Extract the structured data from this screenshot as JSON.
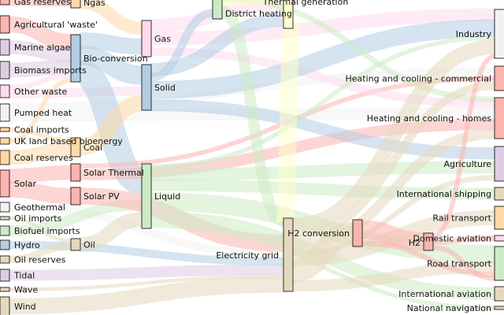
{
  "chart_data": {
    "type": "sankey",
    "nodes": [
      {
        "id": "gas_reserves",
        "label": "Gas reserves",
        "column": 0,
        "color": "#fbb4ae"
      },
      {
        "id": "agri_waste",
        "label": "Agricultural 'waste'",
        "column": 0,
        "color": "#fbb4ae"
      },
      {
        "id": "marine_algae",
        "label": "Marine algae",
        "column": 0,
        "color": "#decbe4"
      },
      {
        "id": "biomass_imports",
        "label": "Biomass imports",
        "column": 0,
        "color": "#decbe4"
      },
      {
        "id": "other_waste",
        "label": "Other waste",
        "column": 0,
        "color": "#fddaec"
      },
      {
        "id": "pumped_heat",
        "label": "Pumped heat",
        "column": 0,
        "color": "#f2f2f2"
      },
      {
        "id": "coal_imports",
        "label": "Coal imports",
        "column": 0,
        "color": "#fed9a6"
      },
      {
        "id": "uk_land_bio",
        "label": "UK land based bioenergy",
        "column": 0,
        "color": "#fed9a6"
      },
      {
        "id": "coal_reserves",
        "label": "Coal reserves",
        "column": 0,
        "color": "#fed9a6"
      },
      {
        "id": "solar",
        "label": "Solar",
        "column": 0,
        "color": "#fbb4ae"
      },
      {
        "id": "geothermal",
        "label": "Geothermal",
        "column": 0,
        "color": "#f2f2f2"
      },
      {
        "id": "oil_imports",
        "label": "Oil imports",
        "column": 0,
        "color": "#e5d8bd"
      },
      {
        "id": "biofuel_imports",
        "label": "Biofuel imports",
        "column": 0,
        "color": "#ccebc5"
      },
      {
        "id": "hydro",
        "label": "Hydro",
        "column": 0,
        "color": "#b3cde3"
      },
      {
        "id": "oil_reserves",
        "label": "Oil reserves",
        "column": 0,
        "color": "#e5d8bd"
      },
      {
        "id": "tidal",
        "label": "Tidal",
        "column": 0,
        "color": "#decbe4"
      },
      {
        "id": "wave",
        "label": "Wave",
        "column": 0,
        "color": "#e5d8bd"
      },
      {
        "id": "wind",
        "label": "Wind",
        "column": 0,
        "color": "#e5d8bd"
      },
      {
        "id": "ngas",
        "label": "Ngas",
        "column": 1,
        "color": "#fed9a6"
      },
      {
        "id": "bio_conversion",
        "label": "Bio-conversion",
        "column": 1,
        "color": "#b3cde3"
      },
      {
        "id": "coal",
        "label": "Coal",
        "column": 1,
        "color": "#fed9a6"
      },
      {
        "id": "solar_thermal",
        "label": "Solar Thermal",
        "column": 1,
        "color": "#fbb4ae"
      },
      {
        "id": "solar_pv",
        "label": "Solar PV",
        "column": 1,
        "color": "#fbb4ae"
      },
      {
        "id": "oil",
        "label": "Oil",
        "column": 1,
        "color": "#e5d8bd"
      },
      {
        "id": "gas",
        "label": "Gas",
        "column": 2,
        "color": "#fddaec"
      },
      {
        "id": "solid",
        "label": "Solid",
        "column": 2,
        "color": "#b3cde3"
      },
      {
        "id": "liquid",
        "label": "Liquid",
        "column": 2,
        "color": "#ccebc5"
      },
      {
        "id": "district_heating",
        "label": "District heating",
        "column": 3,
        "color": "#ccebc5"
      },
      {
        "id": "thermal_generation",
        "label": "Thermal generation",
        "column": 4,
        "color": "#ffffcc"
      },
      {
        "id": "electricity_grid",
        "label": "Electricity grid",
        "column": 4,
        "color": "#e5d8bd"
      },
      {
        "id": "h2_conversion",
        "label": "H2 conversion",
        "column": 5,
        "color": "#fbb4ae"
      },
      {
        "id": "h2",
        "label": "H2",
        "column": 6,
        "color": "#fbb4ae"
      },
      {
        "id": "industry",
        "label": "Industry",
        "column": 7,
        "color": "#f2f2f2"
      },
      {
        "id": "heat_commercial",
        "label": "Heating and cooling - commercial",
        "column": 7,
        "color": "#fbb4ae"
      },
      {
        "id": "heat_homes",
        "label": "Heating and cooling - homes",
        "column": 7,
        "color": "#fbb4ae"
      },
      {
        "id": "agriculture",
        "label": "Agriculture",
        "column": 7,
        "color": "#decbe4"
      },
      {
        "id": "intl_shipping",
        "label": "International shipping",
        "column": 7,
        "color": "#e5d8bd"
      },
      {
        "id": "rail_transport",
        "label": "Rail transport",
        "column": 7,
        "color": "#fed9a6"
      },
      {
        "id": "domestic_aviation",
        "label": "Domestic aviation",
        "column": 7,
        "color": "#fddaec"
      },
      {
        "id": "road_transport",
        "label": "Road transport",
        "column": 7,
        "color": "#ccebc5"
      },
      {
        "id": "intl_aviation",
        "label": "International aviation",
        "column": 7,
        "color": "#e5d8bd"
      },
      {
        "id": "national_navigation",
        "label": "National navigation",
        "column": 7,
        "color": "#e5d8bd"
      }
    ],
    "links": [
      {
        "source": "gas_reserves",
        "target": "ngas",
        "value": 3
      },
      {
        "source": "agri_waste",
        "target": "bio_conversion",
        "value": 5
      },
      {
        "source": "marine_algae",
        "target": "bio_conversion",
        "value": 4
      },
      {
        "source": "biomass_imports",
        "target": "bio_conversion",
        "value": 4
      },
      {
        "source": "other_waste",
        "target": "solid",
        "value": 3
      },
      {
        "source": "other_waste",
        "target": "bio_conversion",
        "value": 2
      },
      {
        "source": "pumped_heat",
        "target": "heat_homes",
        "value": 4
      },
      {
        "source": "pumped_heat",
        "target": "heat_commercial",
        "value": 2
      },
      {
        "source": "coal_imports",
        "target": "coal",
        "value": 1
      },
      {
        "source": "uk_land_bio",
        "target": "bio_conversion",
        "value": 1
      },
      {
        "source": "coal_reserves",
        "target": "coal",
        "value": 3
      },
      {
        "source": "solar",
        "target": "solar_thermal",
        "value": 4
      },
      {
        "source": "solar",
        "target": "solar_pv",
        "value": 5
      },
      {
        "source": "geothermal",
        "target": "electricity_grid",
        "value": 2
      },
      {
        "source": "oil_imports",
        "target": "oil",
        "value": 1
      },
      {
        "source": "biofuel_imports",
        "target": "liquid",
        "value": 2
      },
      {
        "source": "hydro",
        "target": "electricity_grid",
        "value": 2
      },
      {
        "source": "oil_reserves",
        "target": "oil",
        "value": 2
      },
      {
        "source": "tidal",
        "target": "electricity_grid",
        "value": 3
      },
      {
        "source": "wave",
        "target": "electricity_grid",
        "value": 1
      },
      {
        "source": "wind",
        "target": "electricity_grid",
        "value": 4
      },
      {
        "source": "ngas",
        "target": "gas",
        "value": 3
      },
      {
        "source": "bio_conversion",
        "target": "gas",
        "value": 4
      },
      {
        "source": "bio_conversion",
        "target": "solid",
        "value": 6
      },
      {
        "source": "bio_conversion",
        "target": "liquid",
        "value": 6
      },
      {
        "source": "coal",
        "target": "solid",
        "value": 4
      },
      {
        "source": "solar_thermal",
        "target": "heat_homes",
        "value": 3
      },
      {
        "source": "solar_thermal",
        "target": "heat_commercial",
        "value": 1
      },
      {
        "source": "solar_pv",
        "target": "electricity_grid",
        "value": 5
      },
      {
        "source": "oil",
        "target": "liquid",
        "value": 3
      },
      {
        "source": "gas",
        "target": "thermal_generation",
        "value": 2
      },
      {
        "source": "gas",
        "target": "industry",
        "value": 3
      },
      {
        "source": "gas",
        "target": "heat_homes",
        "value": 2
      },
      {
        "source": "solid",
        "target": "thermal_generation",
        "value": 2
      },
      {
        "source": "solid",
        "target": "industry",
        "value": 4
      },
      {
        "source": "solid",
        "target": "district_heating",
        "value": 1
      },
      {
        "source": "solid",
        "target": "agriculture",
        "value": 2
      },
      {
        "source": "liquid",
        "target": "road_transport",
        "value": 4
      },
      {
        "source": "liquid",
        "target": "intl_aviation",
        "value": 2
      },
      {
        "source": "liquid",
        "target": "intl_shipping",
        "value": 2
      },
      {
        "source": "liquid",
        "target": "agriculture",
        "value": 2
      },
      {
        "source": "liquid",
        "target": "industry",
        "value": 1
      },
      {
        "source": "liquid",
        "target": "national_navigation",
        "value": 1
      },
      {
        "source": "district_heating",
        "target": "heat_homes",
        "value": 1
      },
      {
        "source": "district_heating",
        "target": "electricity_grid",
        "value": 2
      },
      {
        "source": "thermal_generation",
        "target": "electricity_grid",
        "value": 3
      },
      {
        "source": "thermal_generation",
        "target": "district_heating",
        "value": 1
      },
      {
        "source": "electricity_grid",
        "target": "industry",
        "value": 4
      },
      {
        "source": "electricity_grid",
        "target": "heat_homes",
        "value": 3
      },
      {
        "source": "electricity_grid",
        "target": "heat_commercial",
        "value": 2
      },
      {
        "source": "electricity_grid",
        "target": "road_transport",
        "value": 3
      },
      {
        "source": "electricity_grid",
        "target": "rail_transport",
        "value": 2
      },
      {
        "source": "electricity_grid",
        "target": "agriculture",
        "value": 1
      },
      {
        "source": "electricity_grid",
        "target": "h2_conversion",
        "value": 5
      },
      {
        "source": "h2_conversion",
        "target": "h2",
        "value": 3
      },
      {
        "source": "h2_conversion",
        "target": "road_transport",
        "value": 1
      },
      {
        "source": "h2",
        "target": "domestic_aviation",
        "value": 1
      },
      {
        "source": "h2",
        "target": "industry",
        "value": 1
      },
      {
        "source": "h2",
        "target": "road_transport",
        "value": 1
      }
    ]
  }
}
